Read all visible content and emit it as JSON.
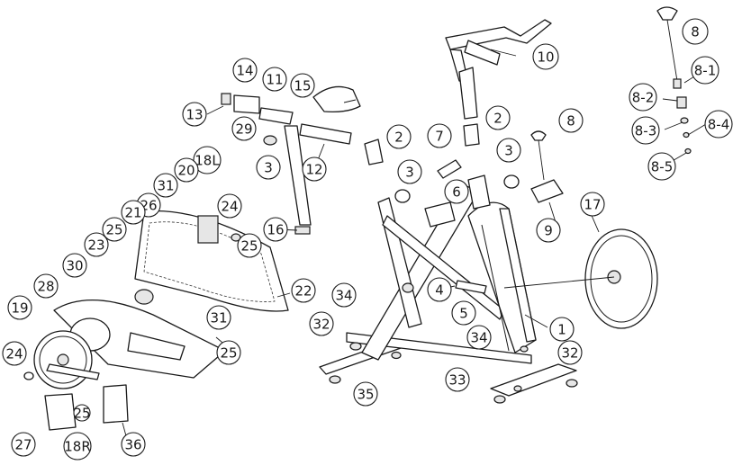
{
  "callouts": [
    {
      "id": "c8a",
      "label": "8"
    },
    {
      "id": "c8-1",
      "label": "8-1"
    },
    {
      "id": "c8-2",
      "label": "8-2"
    },
    {
      "id": "c8-3",
      "label": "8-3"
    },
    {
      "id": "c8-4",
      "label": "8-4"
    },
    {
      "id": "c8-5",
      "label": "8-5"
    },
    {
      "id": "c10",
      "label": "10"
    },
    {
      "id": "c14",
      "label": "14"
    },
    {
      "id": "c11",
      "label": "11"
    },
    {
      "id": "c15",
      "label": "15"
    },
    {
      "id": "c13",
      "label": "13"
    },
    {
      "id": "c29",
      "label": "29"
    },
    {
      "id": "c3a",
      "label": "3"
    },
    {
      "id": "c12",
      "label": "12"
    },
    {
      "id": "c2a",
      "label": "2"
    },
    {
      "id": "c2b",
      "label": "2"
    },
    {
      "id": "c7",
      "label": "7"
    },
    {
      "id": "c8b",
      "label": "8"
    },
    {
      "id": "c3b",
      "label": "3"
    },
    {
      "id": "c3c",
      "label": "3"
    },
    {
      "id": "c18L",
      "label": "18L"
    },
    {
      "id": "c20",
      "label": "20"
    },
    {
      "id": "c31a",
      "label": "31"
    },
    {
      "id": "c24a",
      "label": "24"
    },
    {
      "id": "c26",
      "label": "26"
    },
    {
      "id": "c21",
      "label": "21"
    },
    {
      "id": "c25a",
      "label": "25"
    },
    {
      "id": "c25b",
      "label": "25"
    },
    {
      "id": "c16",
      "label": "16"
    },
    {
      "id": "c6",
      "label": "6"
    },
    {
      "id": "c9",
      "label": "9"
    },
    {
      "id": "c17",
      "label": "17"
    },
    {
      "id": "c23",
      "label": "23"
    },
    {
      "id": "c30",
      "label": "30"
    },
    {
      "id": "c28",
      "label": "28"
    },
    {
      "id": "c22",
      "label": "22"
    },
    {
      "id": "c34a",
      "label": "34"
    },
    {
      "id": "c4",
      "label": "4"
    },
    {
      "id": "c5",
      "label": "5"
    },
    {
      "id": "c31b",
      "label": "31"
    },
    {
      "id": "c19",
      "label": "19"
    },
    {
      "id": "c32a",
      "label": "32"
    },
    {
      "id": "c1",
      "label": "1"
    },
    {
      "id": "c34b",
      "label": "34"
    },
    {
      "id": "c32b",
      "label": "32"
    },
    {
      "id": "c25c",
      "label": "25"
    },
    {
      "id": "c24b",
      "label": "24"
    },
    {
      "id": "c33",
      "label": "33"
    },
    {
      "id": "c35",
      "label": "35"
    },
    {
      "id": "c25d",
      "label": "25"
    },
    {
      "id": "c27",
      "label": "27"
    },
    {
      "id": "c18R",
      "label": "18R"
    },
    {
      "id": "c36",
      "label": "36"
    }
  ]
}
